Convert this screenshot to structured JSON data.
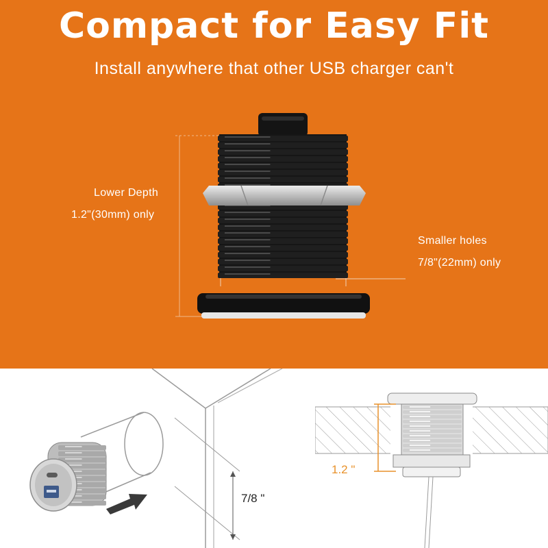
{
  "headline": "Compact for Easy Fit",
  "subheadline": "Install anywhere that other USB charger can't",
  "depth_callout": {
    "line1": "Lower Depth",
    "line2": "1.2\"(30mm) only"
  },
  "holes_callout": {
    "line1": "Smaller holes",
    "line2": "7/8\"(22mm) only"
  },
  "diagram_labels": {
    "hole_size": "7/8 \"",
    "depth": "1.2 \""
  },
  "colors": {
    "banner": "#e67418",
    "text": "#ffffff",
    "accent_line": "#f0b98a",
    "depth_marker": "#e8912a",
    "product": "#1b1b1b"
  },
  "icons": [
    "usb-socket-product",
    "hex-nut",
    "insert-arrow",
    "desk-panel",
    "cross-section"
  ]
}
